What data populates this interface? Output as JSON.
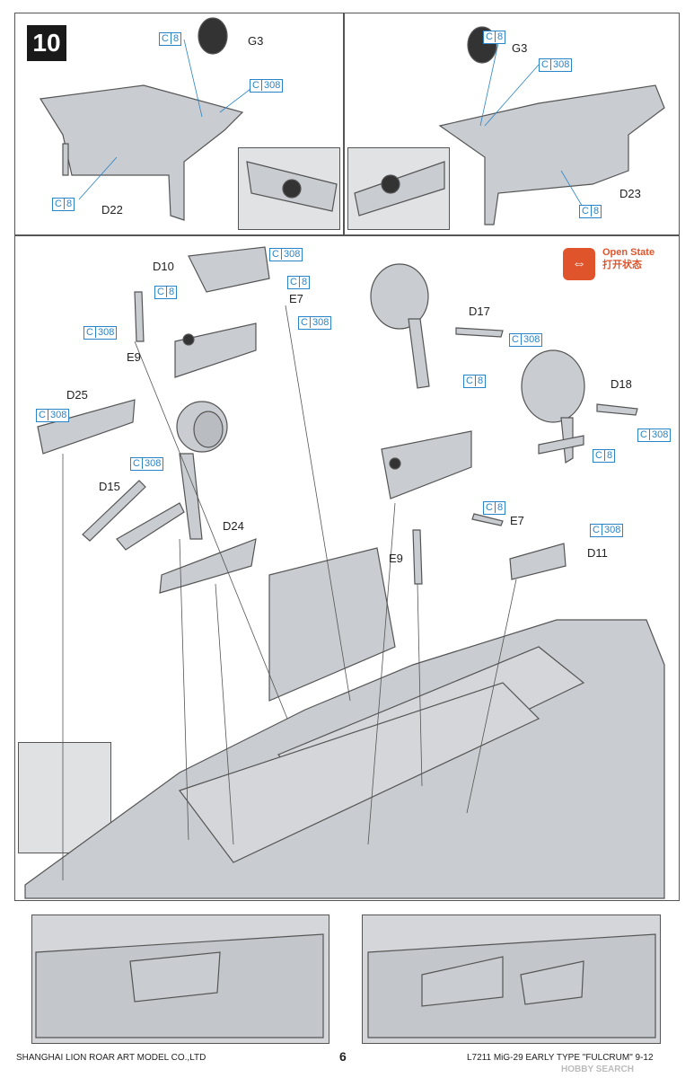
{
  "step": {
    "number": "10"
  },
  "panel_top_left": {
    "labels": {
      "g3": "G3",
      "d22": "D22"
    },
    "codes": [
      {
        "c": "C",
        "n": "8"
      },
      {
        "c": "C",
        "n": "308"
      },
      {
        "c": "C",
        "n": "8"
      }
    ]
  },
  "panel_top_right": {
    "labels": {
      "g3": "G3",
      "d23": "D23"
    },
    "codes": [
      {
        "c": "C",
        "n": "8"
      },
      {
        "c": "C",
        "n": "308"
      },
      {
        "c": "C",
        "n": "8"
      }
    ]
  },
  "main_panel": {
    "open_state": {
      "en": "Open State",
      "cn": "打开状态"
    },
    "labels": {
      "d10": "D10",
      "e7_left": "E7",
      "e9_left": "E9",
      "d25": "D25",
      "d15": "D15",
      "d24": "D24",
      "d17": "D17",
      "d18": "D18",
      "e7_right": "E7",
      "d11": "D11",
      "e9_right": "E9"
    },
    "codes": {
      "d10_c308": {
        "c": "C",
        "n": "308"
      },
      "e7l_c8": {
        "c": "C",
        "n": "8"
      },
      "e7l_c308": {
        "c": "C",
        "n": "308"
      },
      "e9l_c8": {
        "c": "C",
        "n": "8"
      },
      "e9l_c308": {
        "c": "C",
        "n": "308"
      },
      "d25_c308": {
        "c": "C",
        "n": "308"
      },
      "d15_c308": {
        "c": "C",
        "n": "308"
      },
      "d17_c308": {
        "c": "C",
        "n": "308"
      },
      "d17_c8": {
        "c": "C",
        "n": "8"
      },
      "d18_c308": {
        "c": "C",
        "n": "308"
      },
      "d18_c8": {
        "c": "C",
        "n": "8"
      },
      "e7r_c8": {
        "c": "C",
        "n": "8"
      },
      "d11_c308": {
        "c": "C",
        "n": "308"
      }
    }
  },
  "footer": {
    "company": "SHANGHAI LION ROAR ART MODEL CO.,LTD",
    "page": "6",
    "product": "L7211  MiG-29  EARLY TYPE \"FULCRUM\" 9-12",
    "watermark": "HOBBY SEARCH"
  },
  "colors": {
    "accent": "#2a84c8",
    "open_state": "#e0542c",
    "part_fill": "#c9ccd0",
    "part_stroke": "#555555"
  }
}
